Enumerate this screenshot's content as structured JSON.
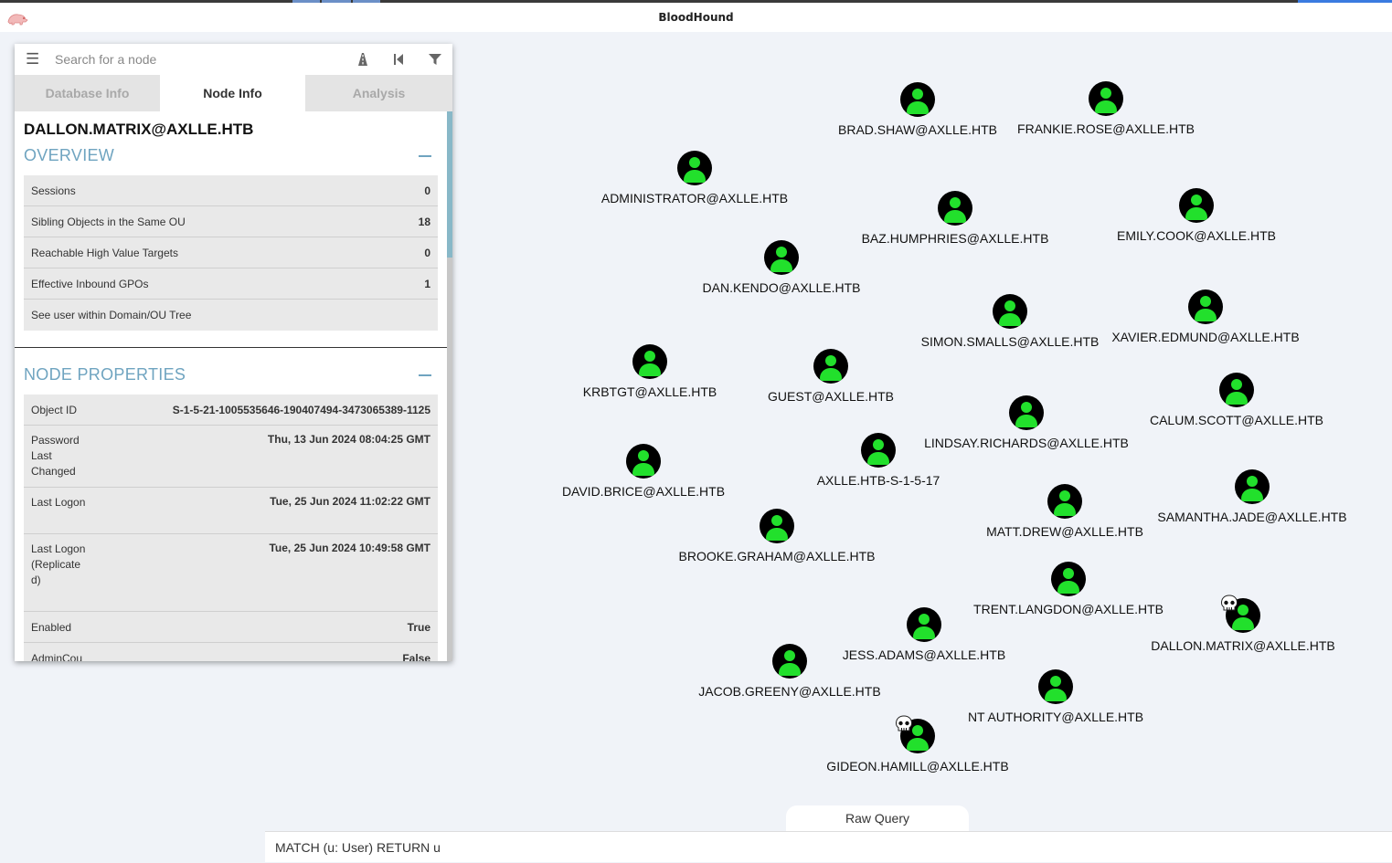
{
  "window": {
    "title": "BloodHound",
    "logo_icon": "bloodhound-logo-icon"
  },
  "search": {
    "placeholder": "Search for a node",
    "value": ""
  },
  "toolbar_icons": [
    "menu-icon",
    "pathfinding-icon",
    "back-icon",
    "filter-icon"
  ],
  "tabs": [
    {
      "label": "Database Info",
      "active": false
    },
    {
      "label": "Node Info",
      "active": true
    },
    {
      "label": "Analysis",
      "active": false
    }
  ],
  "node_info": {
    "name": "DALLON.MATRIX@AXLLE.HTB",
    "overview": {
      "header": "OVERVIEW",
      "rows": [
        {
          "key": "Sessions",
          "value": "0"
        },
        {
          "key": "Sibling Objects in the Same OU",
          "value": "18"
        },
        {
          "key": "Reachable High Value Targets",
          "value": "0"
        },
        {
          "key": "Effective Inbound GPOs",
          "value": "1"
        },
        {
          "key": "See user within Domain/OU Tree",
          "value": ""
        }
      ]
    },
    "properties": {
      "header": "NODE PROPERTIES",
      "rows": [
        {
          "key": "Object ID",
          "value": "S-1-5-21-1005535646-190407494-3473065389-1125"
        },
        {
          "key": "Password Last Changed",
          "value": "Thu, 13 Jun 2024 08:04:25 GMT"
        },
        {
          "key": "Last Logon",
          "value": "Tue, 25 Jun 2024 11:02:22 GMT"
        },
        {
          "key": "Last Logon (Replicated)",
          "value": "Tue, 25 Jun 2024 10:49:58 GMT"
        },
        {
          "key": "Enabled",
          "value": "True"
        },
        {
          "key": "AdminCou",
          "value": "False"
        }
      ]
    }
  },
  "graph": {
    "node_icon": "user-icon",
    "owned_marker_icon": "skull-icon",
    "nodes": [
      {
        "label": "BRAD.SHAW@AXLLE.HTB",
        "owned": false
      },
      {
        "label": "FRANKIE.ROSE@AXLLE.HTB",
        "owned": false
      },
      {
        "label": "ADMINISTRATOR@AXLLE.HTB",
        "owned": false
      },
      {
        "label": "BAZ.HUMPHRIES@AXLLE.HTB",
        "owned": false
      },
      {
        "label": "EMILY.COOK@AXLLE.HTB",
        "owned": false
      },
      {
        "label": "DAN.KENDO@AXLLE.HTB",
        "owned": false
      },
      {
        "label": "SIMON.SMALLS@AXLLE.HTB",
        "owned": false
      },
      {
        "label": "XAVIER.EDMUND@AXLLE.HTB",
        "owned": false
      },
      {
        "label": "KRBTGT@AXLLE.HTB",
        "owned": false
      },
      {
        "label": "GUEST@AXLLE.HTB",
        "owned": false
      },
      {
        "label": "CALUM.SCOTT@AXLLE.HTB",
        "owned": false
      },
      {
        "label": "LINDSAY.RICHARDS@AXLLE.HTB",
        "owned": false
      },
      {
        "label": "DAVID.BRICE@AXLLE.HTB",
        "owned": false
      },
      {
        "label": "AXLLE.HTB-S-1-5-17",
        "owned": false
      },
      {
        "label": "SAMANTHA.JADE@AXLLE.HTB",
        "owned": false
      },
      {
        "label": "MATT.DREW@AXLLE.HTB",
        "owned": false
      },
      {
        "label": "BROOKE.GRAHAM@AXLLE.HTB",
        "owned": false
      },
      {
        "label": "TRENT.LANGDON@AXLLE.HTB",
        "owned": false
      },
      {
        "label": "DALLON.MATRIX@AXLLE.HTB",
        "owned": true
      },
      {
        "label": "JESS.ADAMS@AXLLE.HTB",
        "owned": false
      },
      {
        "label": "JACOB.GREENY@AXLLE.HTB",
        "owned": false
      },
      {
        "label": "NT AUTHORITY@AXLLE.HTB",
        "owned": false
      },
      {
        "label": "GIDEON.HAMILL@AXLLE.HTB",
        "owned": true
      }
    ]
  },
  "raw_query": {
    "tab_label": "Raw Query",
    "value": "MATCH (u: User) RETURN u"
  },
  "colors": {
    "accent": "#6fa4c0",
    "node_fill": "#22e02c",
    "canvas": "#f0f3f8"
  }
}
